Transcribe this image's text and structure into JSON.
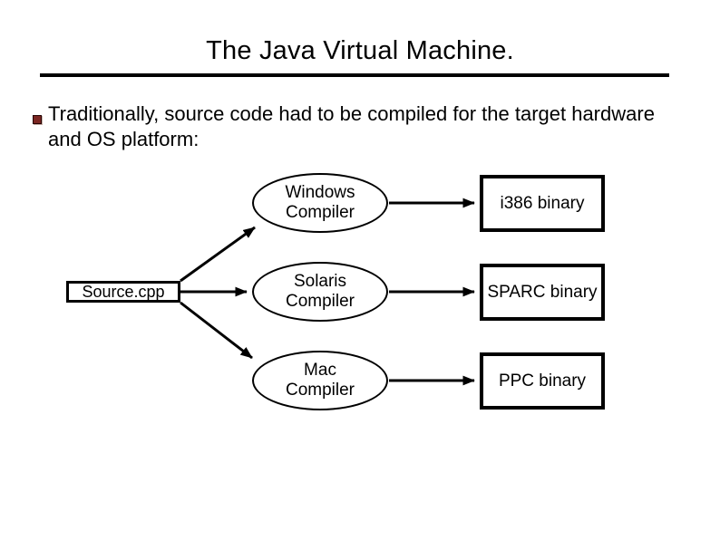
{
  "slide": {
    "title": "The Java Virtual Machine.",
    "bullet": {
      "text": "Traditionally, source code had to be compiled for the target hardware and OS platform:",
      "marker_color": "#7b2622"
    },
    "colors": {
      "background": "#ffffff",
      "text": "#000000",
      "line": "#000000"
    }
  },
  "diagram": {
    "source": {
      "label": "Source.cpp"
    },
    "rows": [
      {
        "compiler": [
          "Windows",
          "Compiler"
        ],
        "binary": "i386 binary"
      },
      {
        "compiler": [
          "Solaris",
          "Compiler"
        ],
        "binary": "SPARC binary"
      },
      {
        "compiler": [
          "Mac",
          "Compiler"
        ],
        "binary": "PPC binary"
      }
    ]
  }
}
